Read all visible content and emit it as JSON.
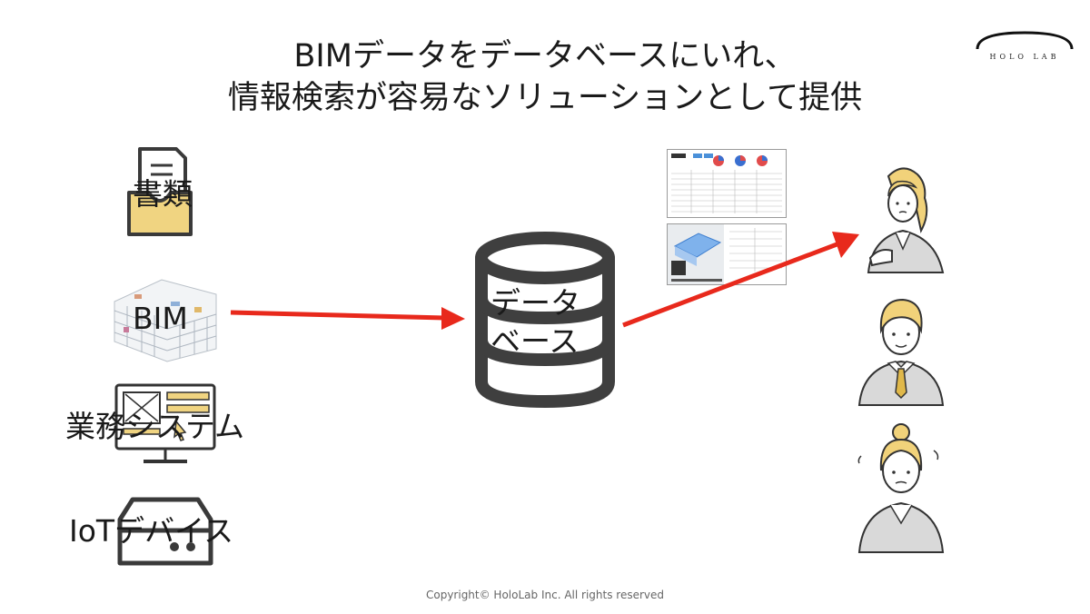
{
  "title": {
    "line1": "BIMデータをデータベースにいれ、",
    "line2": "情報検索が容易なソリューションとして提供"
  },
  "logo": {
    "text": "HOLO LAB"
  },
  "sources": [
    {
      "label": "書類",
      "icon": "document-tray-icon"
    },
    {
      "label": "BIM",
      "icon": "bim-model-icon"
    },
    {
      "label": "業務システム",
      "icon": "monitor-icon"
    },
    {
      "label": "IoTデバイス",
      "icon": "iot-device-icon"
    }
  ],
  "database": {
    "line1": "データ",
    "line2": "ベース",
    "icon": "database-icon"
  },
  "users": [
    "thinking-woman-icon",
    "businessman-icon",
    "worried-woman-icon"
  ],
  "colors": {
    "arrow": "#e8291c",
    "tray": "#f0d481",
    "database": "#3f3f3f",
    "hair": "#f1d27a"
  },
  "footer": "Copyright© HoloLab Inc. All rights reserved"
}
